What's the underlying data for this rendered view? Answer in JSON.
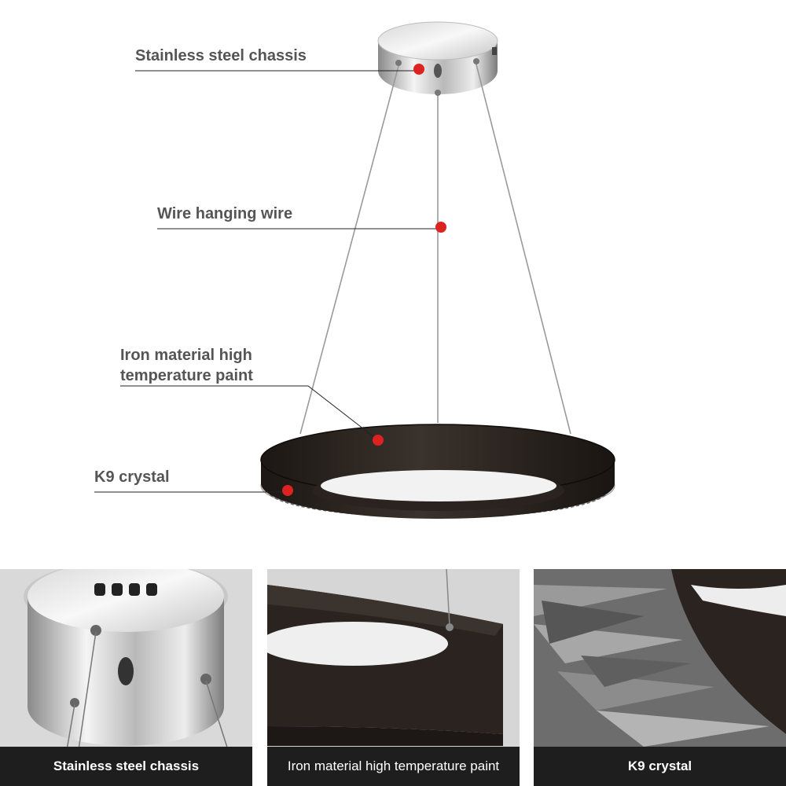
{
  "callouts": {
    "chassis": "Stainless steel chassis",
    "wire": "Wire hanging wire",
    "iron_line1": "Iron material high",
    "iron_line2": "temperature paint",
    "crystal": "K9 crystal"
  },
  "panels": [
    {
      "caption": "Stainless steel chassis"
    },
    {
      "caption": "Iron material high temperature paint"
    },
    {
      "caption": "K9 crystal"
    }
  ],
  "colors": {
    "marker": "#dd2222",
    "ring": "#2b2420",
    "caption_bar": "#1e1e1e",
    "label_text": "#555555"
  }
}
